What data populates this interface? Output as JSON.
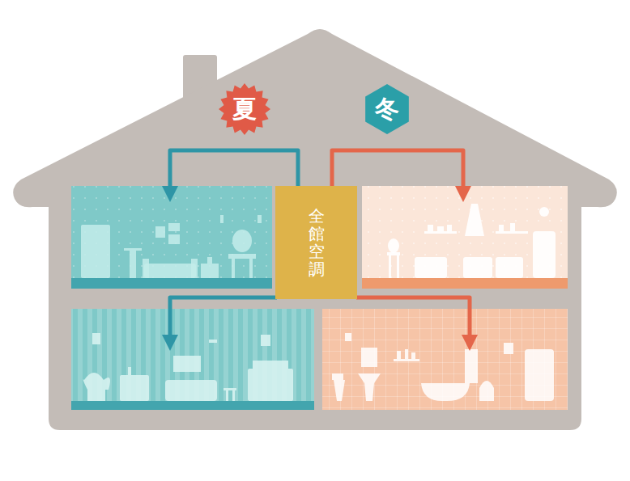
{
  "diagram": {
    "nodes": [
      {
        "text": [
          "夏"
        ]
      },
      {
        "text": [
          "冬"
        ]
      },
      {
        "text": [
          "全館空調"
        ]
      }
    ]
  }
}
